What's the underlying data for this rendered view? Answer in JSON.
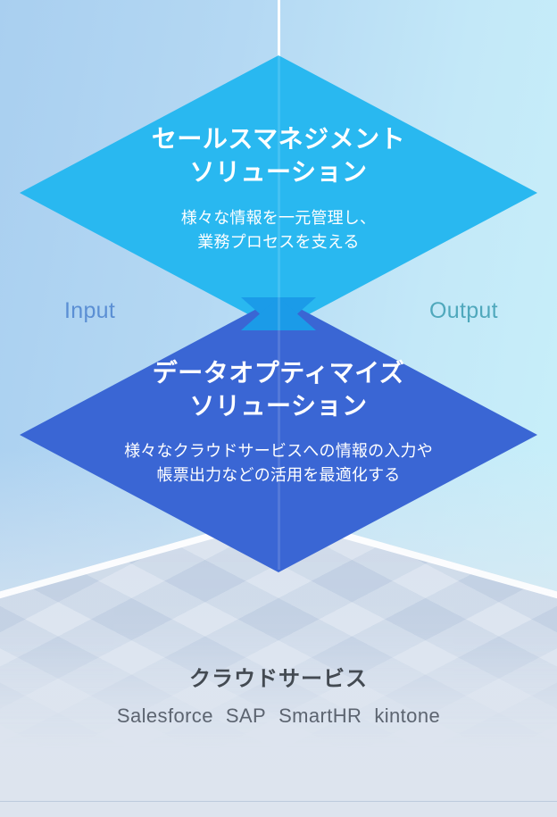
{
  "diagram": {
    "type": "isometric-layered-diamond",
    "axis_label_left": "Input",
    "axis_label_right": "Output",
    "layers": [
      {
        "id": "sales-management",
        "title": "セールスマネジメント\nソリューション",
        "subtitle": "様々な情報を一元管理し、\n業務プロセスを支える",
        "color": "#29b8f0"
      },
      {
        "id": "data-optimize",
        "title": "データオプティマイズ\nソリューション",
        "subtitle": "様々なクラウドサービスへの情報の入力や\n帳票出力などの活用を最適化する",
        "color": "#3a66d4"
      }
    ],
    "overlap_color": "#1b9be8",
    "foundation": {
      "title": "クラウドサービス",
      "services": [
        "Salesforce",
        "SAP",
        "SmartHR",
        "kintone"
      ],
      "title_color": "#434a52",
      "services_color": "#5c6470"
    },
    "colors": {
      "background_top_left": "#a9cff0",
      "background_top_right": "#c9f1fa",
      "background_bottom": "#dde4ee",
      "input_label": "#5b8fd4",
      "output_label": "#4fa8bc",
      "floor": "#dbe4ef"
    }
  }
}
